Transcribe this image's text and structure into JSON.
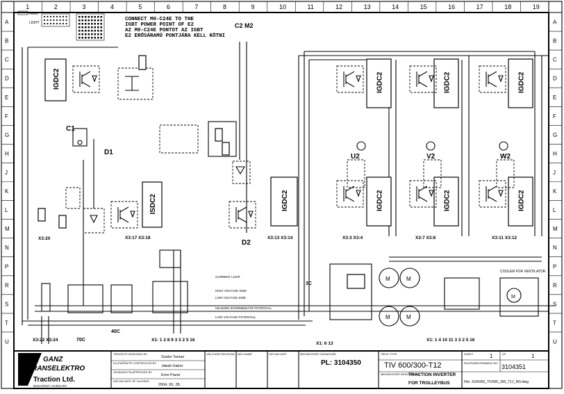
{
  "grid": {
    "columns": [
      "1",
      "2",
      "3",
      "4",
      "5",
      "6",
      "7",
      "8",
      "9",
      "10",
      "11",
      "12",
      "13",
      "14",
      "15",
      "16",
      "17",
      "18",
      "19"
    ],
    "rows": [
      "A",
      "B",
      "C",
      "D",
      "E",
      "F",
      "G",
      "H",
      "J",
      "K",
      "L",
      "M",
      "N",
      "P",
      "R",
      "S",
      "T",
      "U"
    ]
  },
  "legend": [
    "FEED",
    "",
    "LIGHT"
  ],
  "note": {
    "line1": "CONNECT M0-C24E TO THE",
    "line2": "IGBT POWER POINT OF E2",
    "line3": "AZ M0-C24E PONTOT AZ IGBT",
    "line4": "E2 ERŐSÁRAMÚ PONTJÁRA KELL KÖTNI"
  },
  "labels": {
    "c2m2": "C2 M2",
    "c1": "C1",
    "d1": "D1",
    "d2": "D2",
    "u2": "U2",
    "v2": "V2",
    "w2": "W2",
    "x3_20": "X3:20",
    "x3_22_24": "X3:22 X3:24",
    "x3_17_18": "X3:17 X3:18",
    "x3_13_14": "X3:13 X3:14",
    "x3_3_4": "X3:3 X3:4",
    "x3_7_8": "X3:7 X3:8",
    "x3_11_12": "X3:11 X3:12",
    "x1_terms": "X1: 1 2 8 9  3 3 2 5 16",
    "x1_613": "X1: 6 13",
    "x1_1011": "X1: 1 4 10 11  3 3 2 5 16",
    "k70c": "70C",
    "k40c": "40C",
    "k3c": "3C",
    "cooler": "COOLER FOR VENTILATOR",
    "legend_note1": "CURRENT LOOP",
    "legend_note2": "HIGH VOLTAGE SIDE",
    "legend_note3": "LOW VOLTAGE SIDE",
    "legend_note4": "HEADING INTERMEDIATE POTENTIAL",
    "legend_note5": "LOW VOLTAGE POTENTIAL"
  },
  "drivers": {
    "d1": "IGDC2",
    "d2": "ISDC2",
    "d3": "IGDC2",
    "d4": "IGDC2",
    "d5": "IGDC2",
    "d6": "IGDC2",
    "d7": "IGDC2",
    "d8": "IGDC2",
    "d9": "IGDC2"
  },
  "titleblock": {
    "company1": "GANZ",
    "company2": "TRANSELEKTRO",
    "company3": "Traction Ltd.",
    "company4": "BUDAPEST, HUNGARY",
    "designed_lbl": "TERVEZTE DESIGNED BY",
    "designed_by": "Szabo Tamas",
    "checked_lbl": "ELLENŐRIZTE CONTROLLED BY",
    "checked_by": "Jakab Gabor",
    "approved_lbl": "JÓVÁHAGYTA APPROVED BY",
    "approved_by": "Erno Pazal",
    "date_lbl": "DÁTUM DATE OF 1st ISSUE",
    "date": "2004. 06. 28.",
    "rev1": "VÁLTOZÁS REVISION",
    "rev2": "NEV NAME",
    "rev3": "DÁTUM DATE",
    "rev4": "MEGNEVEZÉS SIGNATURE",
    "pl": "PL: 3104350",
    "type_lbl": "TÍPUS TYPE",
    "type": "TIV 600/300-T12",
    "desc_lbl": "MEGNEVEZÉS DESIGNATION",
    "desc1": "TRACTION INVERTER",
    "desc2": "FOR TROLLEYBUS",
    "sheet_lbl": "SHEET",
    "sheet": "1",
    "of_lbl": "OF",
    "of": "1",
    "drawing_lbl": "RAJZSZÁM DRAWING NO.",
    "drawing": "3104351",
    "file": "File: 3104350_TIV600_300_T12_INV.dwg"
  }
}
